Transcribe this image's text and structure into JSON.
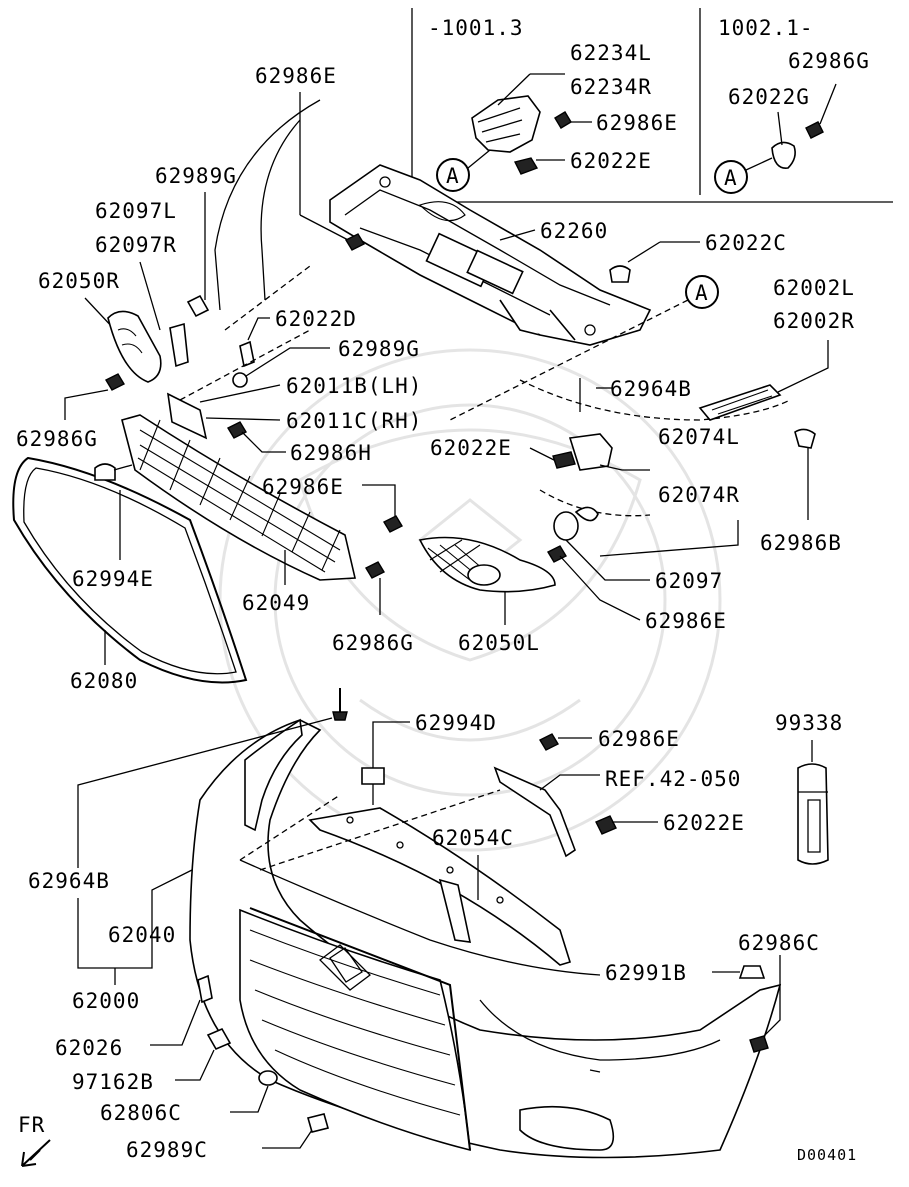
{
  "diagram": {
    "variant_left_range": "-1001.3",
    "variant_right_range": "1002.1-",
    "ref_code": "D00401",
    "direction_label": "FR",
    "labels": {
      "p62986E_top": "62986E",
      "p62989G": "62989G",
      "p62097L": "62097L",
      "p62097R": "62097R",
      "p62050R": "62050R",
      "p62986G_left": "62986G",
      "p62994E": "62994E",
      "p62080": "62080",
      "p62234L": "62234L",
      "p62234R": "62234R",
      "p62986E_inset": "62986E",
      "p62022E_inset": "62022E",
      "p62986G_inset": "62986G",
      "p62022G": "62022G",
      "p62260": "62260",
      "p62022C": "62022C",
      "p62002L": "62002L",
      "p62002R": "62002R",
      "p62022D": "62022D",
      "p62989G_mid": "62989G",
      "p62011B": "62011B(LH)",
      "p62011C": "62011C(RH)",
      "p62986H": "62986H",
      "p62022E_mid": "62022E",
      "p62964B_top": "62964B",
      "p62074L": "62074L",
      "p62074R": "62074R",
      "p62986E_mid": "62986E",
      "p62986B": "62986B",
      "p62097": "62097",
      "p62986E_right": "62986E",
      "p62049": "62049",
      "p62986G_bottom": "62986G",
      "p62050L": "62050L",
      "p62994D": "62994D",
      "p62986E_low": "62986E",
      "ref42050": "REF.42-050",
      "p99338": "99338",
      "p62022E_low": "62022E",
      "p62054C": "62054C",
      "p62964B_low": "62964B",
      "p62040": "62040",
      "p62000": "62000",
      "p62986C": "62986C",
      "p62991B": "62991B",
      "p62026": "62026",
      "p97162B": "97162B",
      "p62806C": "62806C",
      "p62989C": "62989C",
      "callout_A": "A"
    }
  }
}
